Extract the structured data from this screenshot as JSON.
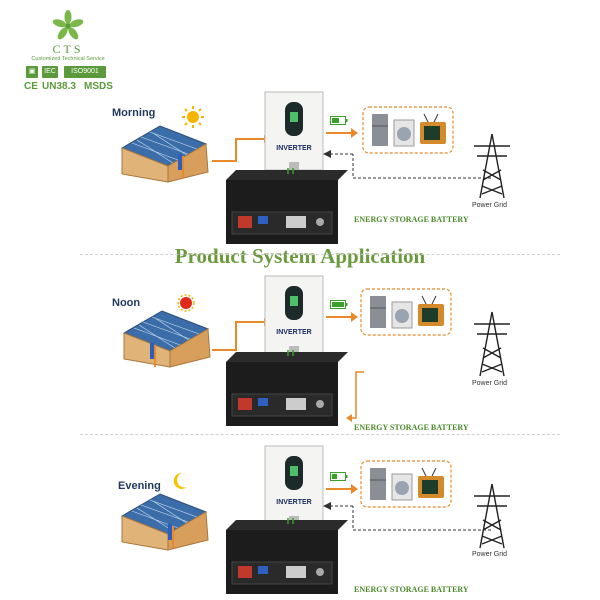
{
  "logo": {
    "name": "CTS",
    "tagline": "Customized Technical Service",
    "certs": [
      "IEC",
      "ISO9001"
    ],
    "certs_row2": [
      "CE",
      "UN38.3",
      "MSDS"
    ]
  },
  "title": "Product System Application",
  "scenes": [
    {
      "time": "Morning",
      "inverter_label": "INVERTER",
      "battery_label": "ENERGY STORAGE BATTERY",
      "grid_label": "Power Grid"
    },
    {
      "time": "Noon",
      "inverter_label": "INVERTER",
      "battery_label": "ENERGY STORAGE BATTERY",
      "grid_label": "Power Grid"
    },
    {
      "time": "Evening",
      "inverter_label": "INVERTER",
      "battery_label": "ENERGY STORAGE BATTERY",
      "grid_label": "Power Grid"
    }
  ],
  "colors": {
    "brand": "#5a9a3a",
    "arrow": "#e8892a",
    "title": "#6a9a3c",
    "time_label": "#223a60"
  }
}
